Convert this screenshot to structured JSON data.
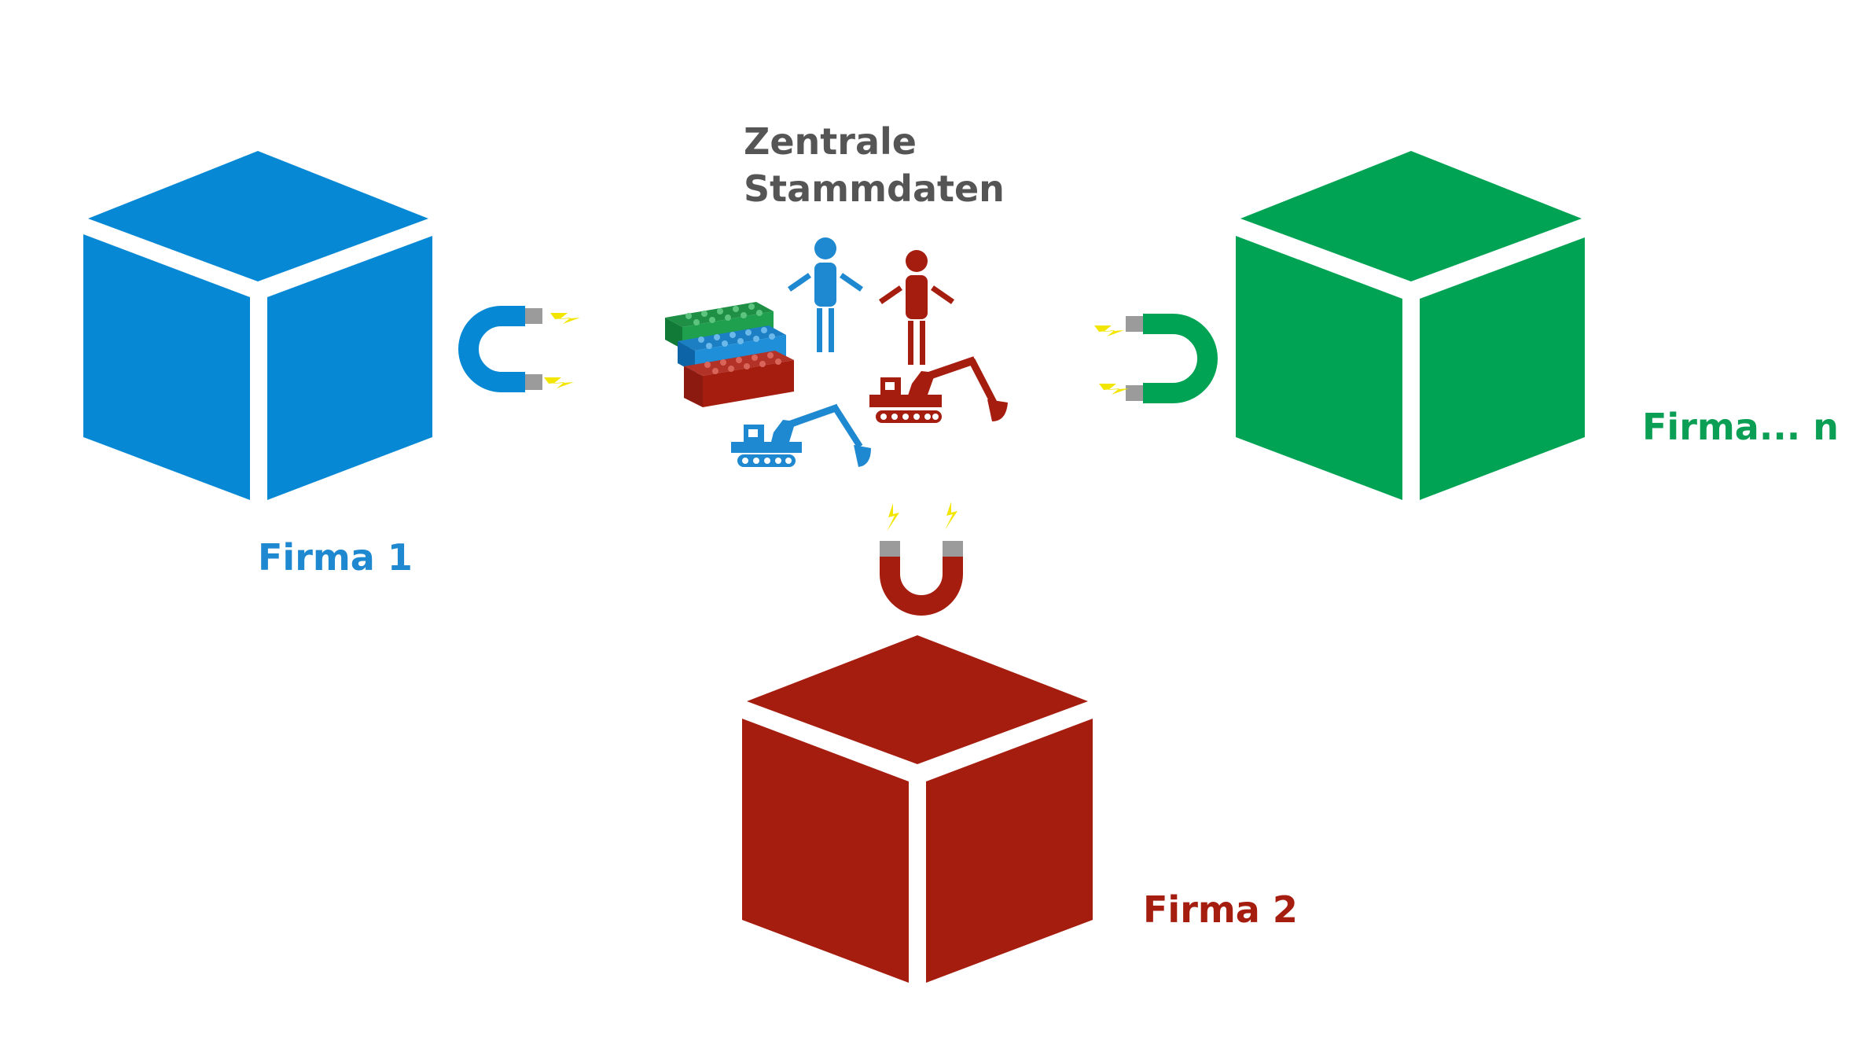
{
  "title": {
    "line1": "Zentrale",
    "line2": "Stammdaten"
  },
  "companies": [
    {
      "label": "Firma 1",
      "color": "#0788d4"
    },
    {
      "label": "Firma 2",
      "color": "#a51d0f"
    },
    {
      "label": "Firma... n",
      "color": "#00a354"
    }
  ],
  "center_items": {
    "persons": [
      "person-blue-icon",
      "person-red-icon"
    ],
    "material": [
      "brick-green-icon",
      "brick-blue-icon",
      "brick-red-icon"
    ],
    "machines": [
      "excavator-blue-icon",
      "excavator-red-icon"
    ]
  },
  "connectors": [
    "magnet-blue-icon",
    "magnet-red-icon",
    "magnet-green-icon",
    "spark-icon"
  ],
  "colors": {
    "blue": "#0788d4",
    "red": "#a51d0f",
    "green": "#00a354",
    "magnet_tip": "#9b9b9b",
    "spark": "#f2e600",
    "text_gray": "#555555"
  }
}
